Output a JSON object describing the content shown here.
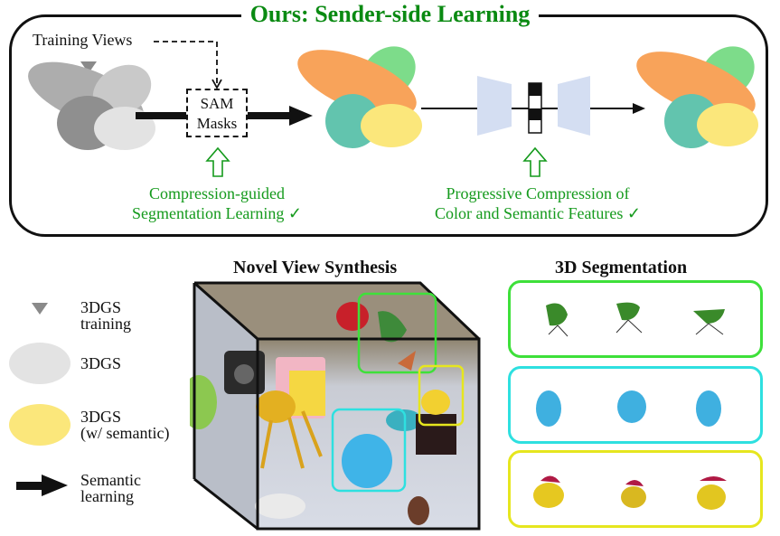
{
  "top_panel": {
    "title": "Ours: Sender-side Learning",
    "training_views_label": "Training Views",
    "sam_box_line1": "SAM",
    "sam_box_line2": "Masks",
    "caption_left_line1": "Compression-guided",
    "caption_left_line2": "Segmentation Learning ✓",
    "caption_right_line1": "Progressive Compression of",
    "caption_right_line2": "Color and Semantic Features ✓"
  },
  "legend": {
    "items": [
      {
        "icon": "triangle-icon",
        "line1": "3DGS",
        "line2": "training"
      },
      {
        "icon": "gray-ellipse-icon",
        "line1": "3DGS",
        "line2": ""
      },
      {
        "icon": "yellow-ellipse-icon",
        "line1": "3DGS",
        "line2": "(w/ semantic)"
      },
      {
        "icon": "arrow-icon",
        "line1": "Semantic",
        "line2": "learning"
      }
    ]
  },
  "novel_view": {
    "title": "Novel View Synthesis",
    "boxes": [
      {
        "object": "chair",
        "color": "#3ee03a"
      },
      {
        "object": "duck",
        "color": "#e6e61e"
      },
      {
        "object": "elephant",
        "color": "#2ee0e0"
      }
    ]
  },
  "segmentation": {
    "title": "3D Segmentation",
    "rows": [
      {
        "object": "chair",
        "color": "#3ee03a",
        "views": 3
      },
      {
        "object": "elephant",
        "color": "#2ee0e0",
        "views": 3
      },
      {
        "object": "duck",
        "color": "#e6e61e",
        "views": 3
      }
    ]
  },
  "colors": {
    "accent_green": "#0a8a12",
    "orange": "#f8a35a",
    "light_green": "#7ddc8a",
    "teal": "#62c4ae",
    "yellow": "#fbe77b",
    "encoder_blue": "#d4def2",
    "gray_dark": "#8a8a8a",
    "gray_mid": "#b4b4b4",
    "gray_light": "#dcdcdc"
  }
}
